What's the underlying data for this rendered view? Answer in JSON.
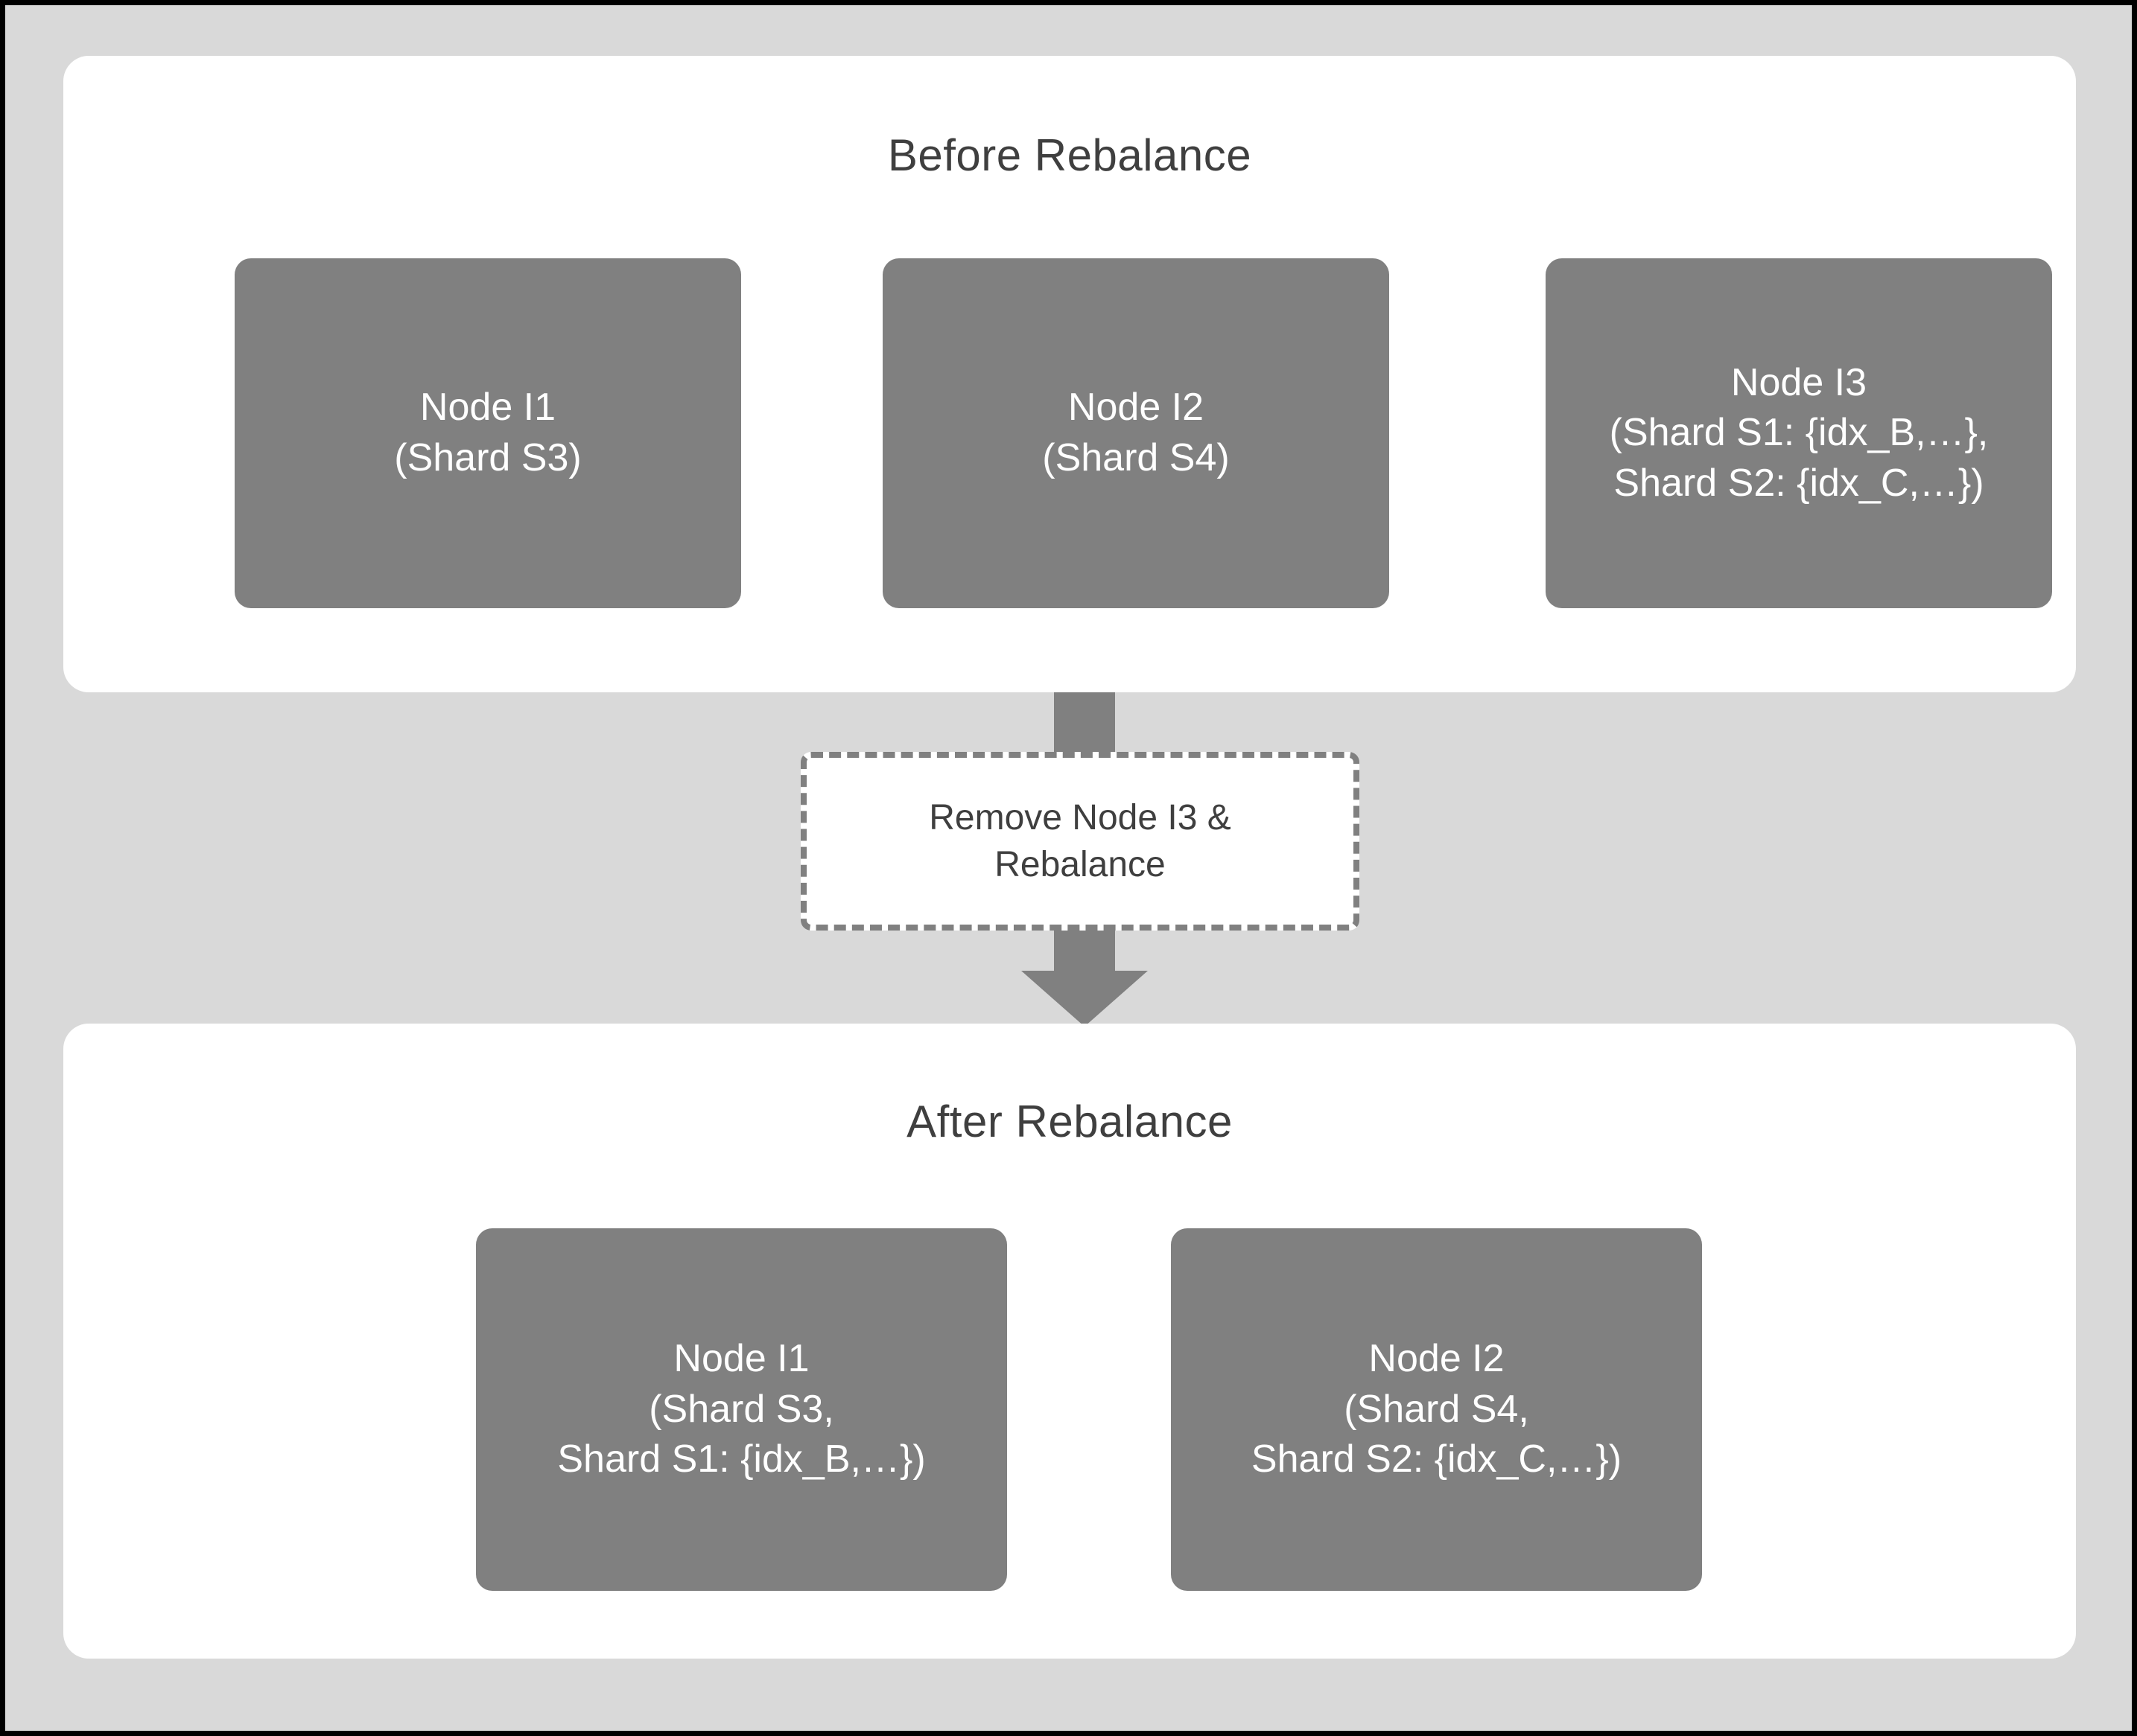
{
  "diagram": {
    "title_hidden": "Shard Rebalance",
    "colors": {
      "canvas_background": "#d9d9d9",
      "panel_background": "#ffffff",
      "node_fill": "#808080",
      "node_text": "#ffffff",
      "title_text": "#3f3f3f",
      "arrow_fill": "#808080",
      "dashed_border": "#808080",
      "outer_border": "#000000"
    },
    "phases": [
      {
        "id": "before",
        "title": "Before Rebalance",
        "nodes": [
          {
            "id": "node-i1-before",
            "name": "Node I1",
            "lines": [
              "Node I1",
              "(Shard S3)"
            ]
          },
          {
            "id": "node-i2-before",
            "name": "Node I2",
            "lines": [
              "Node I2",
              "(Shard S4)"
            ]
          },
          {
            "id": "node-i3-before",
            "name": "Node I3",
            "lines": [
              "Node I3",
              "(Shard S1: {idx_B,…},",
              "Shard S2: {idx_C,…})"
            ]
          }
        ]
      },
      {
        "id": "after",
        "title": "After Rebalance",
        "nodes": [
          {
            "id": "node-i1-after",
            "name": "Node I1",
            "lines": [
              "Node I1",
              "(Shard S3,",
              "Shard S1: {idx_B,…})"
            ]
          },
          {
            "id": "node-i2-after",
            "name": "Node I2",
            "lines": [
              "Node I2",
              "(Shard S4,",
              "Shard S2: {idx_C,…})"
            ]
          }
        ]
      }
    ],
    "transition": {
      "id": "remove-node-i3-and-rebalance",
      "lines": [
        "Remove Node I3 &",
        "Rebalance"
      ],
      "arrow_direction": "down"
    }
  }
}
